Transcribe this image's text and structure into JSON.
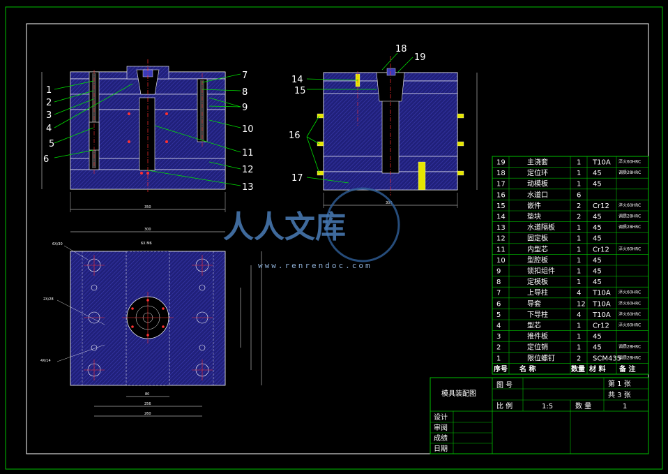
{
  "drawing": {
    "callouts_front": [
      "1",
      "2",
      "3",
      "4",
      "5",
      "6",
      "7",
      "8",
      "9",
      "10",
      "11",
      "12",
      "13"
    ],
    "callouts_side": [
      "14",
      "15",
      "16",
      "17",
      "18",
      "19"
    ],
    "dim_front_width": "350",
    "dim_top_width": "300",
    "dim_top_inner": "80",
    "dim_top_mid": "256",
    "dim_top_outer": "260",
    "dim_side_width": "300",
    "note_6x30": "6X∕30",
    "note_2x28": "2X∕28",
    "note_4x14": "4X∕14",
    "note_6xm6": "6X M6"
  },
  "watermark": {
    "text": "人人文库",
    "url": "www.renrendoc.com"
  },
  "bom": {
    "rows": [
      {
        "no": "19",
        "name": "主浇套",
        "qty": "1",
        "mat": "T10A",
        "note": "淬火60HRC"
      },
      {
        "no": "18",
        "name": "定位环",
        "qty": "1",
        "mat": "45",
        "note": "调质28HRC"
      },
      {
        "no": "17",
        "name": "动模板",
        "qty": "1",
        "mat": "45",
        "note": ""
      },
      {
        "no": "16",
        "name": "水道口",
        "qty": "6",
        "mat": "",
        "note": ""
      },
      {
        "no": "15",
        "name": "嵌件",
        "qty": "2",
        "mat": "Cr12",
        "note": "淬火60HRC"
      },
      {
        "no": "14",
        "name": "垫块",
        "qty": "2",
        "mat": "45",
        "note": "调质28HRC"
      },
      {
        "no": "13",
        "name": "水道隔板",
        "qty": "1",
        "mat": "45",
        "note": "调质28HRC"
      },
      {
        "no": "12",
        "name": "固定板",
        "qty": "1",
        "mat": "45",
        "note": ""
      },
      {
        "no": "11",
        "name": "内型芯",
        "qty": "1",
        "mat": "Cr12",
        "note": "淬火60HRC"
      },
      {
        "no": "10",
        "name": "型腔板",
        "qty": "1",
        "mat": "45",
        "note": ""
      },
      {
        "no": "9",
        "name": "锁扣组件",
        "qty": "1",
        "mat": "45",
        "note": ""
      },
      {
        "no": "8",
        "name": "定模板",
        "qty": "1",
        "mat": "45",
        "note": ""
      },
      {
        "no": "7",
        "name": "上导柱",
        "qty": "4",
        "mat": "T10A",
        "note": "淬火60HRC"
      },
      {
        "no": "6",
        "name": "导套",
        "qty": "12",
        "mat": "T10A",
        "note": "淬火60HRC"
      },
      {
        "no": "5",
        "name": "下导柱",
        "qty": "4",
        "mat": "T10A",
        "note": "淬火60HRC"
      },
      {
        "no": "4",
        "name": "型芯",
        "qty": "1",
        "mat": "Cr12",
        "note": "淬火60HRC"
      },
      {
        "no": "3",
        "name": "推件板",
        "qty": "1",
        "mat": "45",
        "note": ""
      },
      {
        "no": "2",
        "name": "定位销",
        "qty": "1",
        "mat": "45",
        "note": "调质28HRC"
      },
      {
        "no": "1",
        "name": "限位螺钉",
        "qty": "2",
        "mat": "SCM435",
        "note": "调质28HRC"
      }
    ],
    "header": {
      "no": "序号",
      "name": "名      称",
      "qty": "数量",
      "mat": "材  料",
      "note": "备  注"
    }
  },
  "titleblock": {
    "title": "模具装配图",
    "drawing_no_label": "图  号",
    "sheet": "第 1 张",
    "total": "共 3 张",
    "scale_label": "比  例",
    "scale": "1:5",
    "qty_label": "数  量",
    "qty": "1",
    "design": "设计",
    "review": "审阅",
    "grade": "成绩",
    "date": "日期"
  }
}
